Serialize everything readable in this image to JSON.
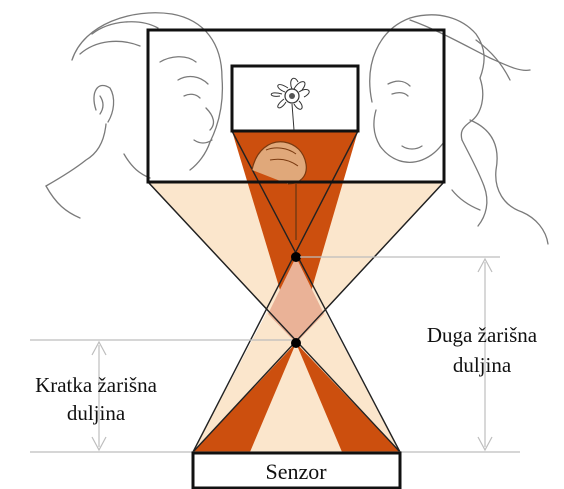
{
  "labels": {
    "short_focal": [
      "Kratka žarišna",
      "duljina"
    ],
    "long_focal": [
      "Duga žarišna",
      "duljina"
    ],
    "sensor": "Senzor"
  },
  "colors": {
    "wide_cone": "#fbe6cc",
    "narrow_cone": "#cc4f0e",
    "overlap": "#eab297",
    "frame": "#111111",
    "sketch": "#7a7a7a",
    "guide": "#bdbdbd"
  },
  "icons": {
    "left_person": "boy-sketch",
    "right_person": "girl-sketch",
    "subject": "flower-sketch"
  }
}
